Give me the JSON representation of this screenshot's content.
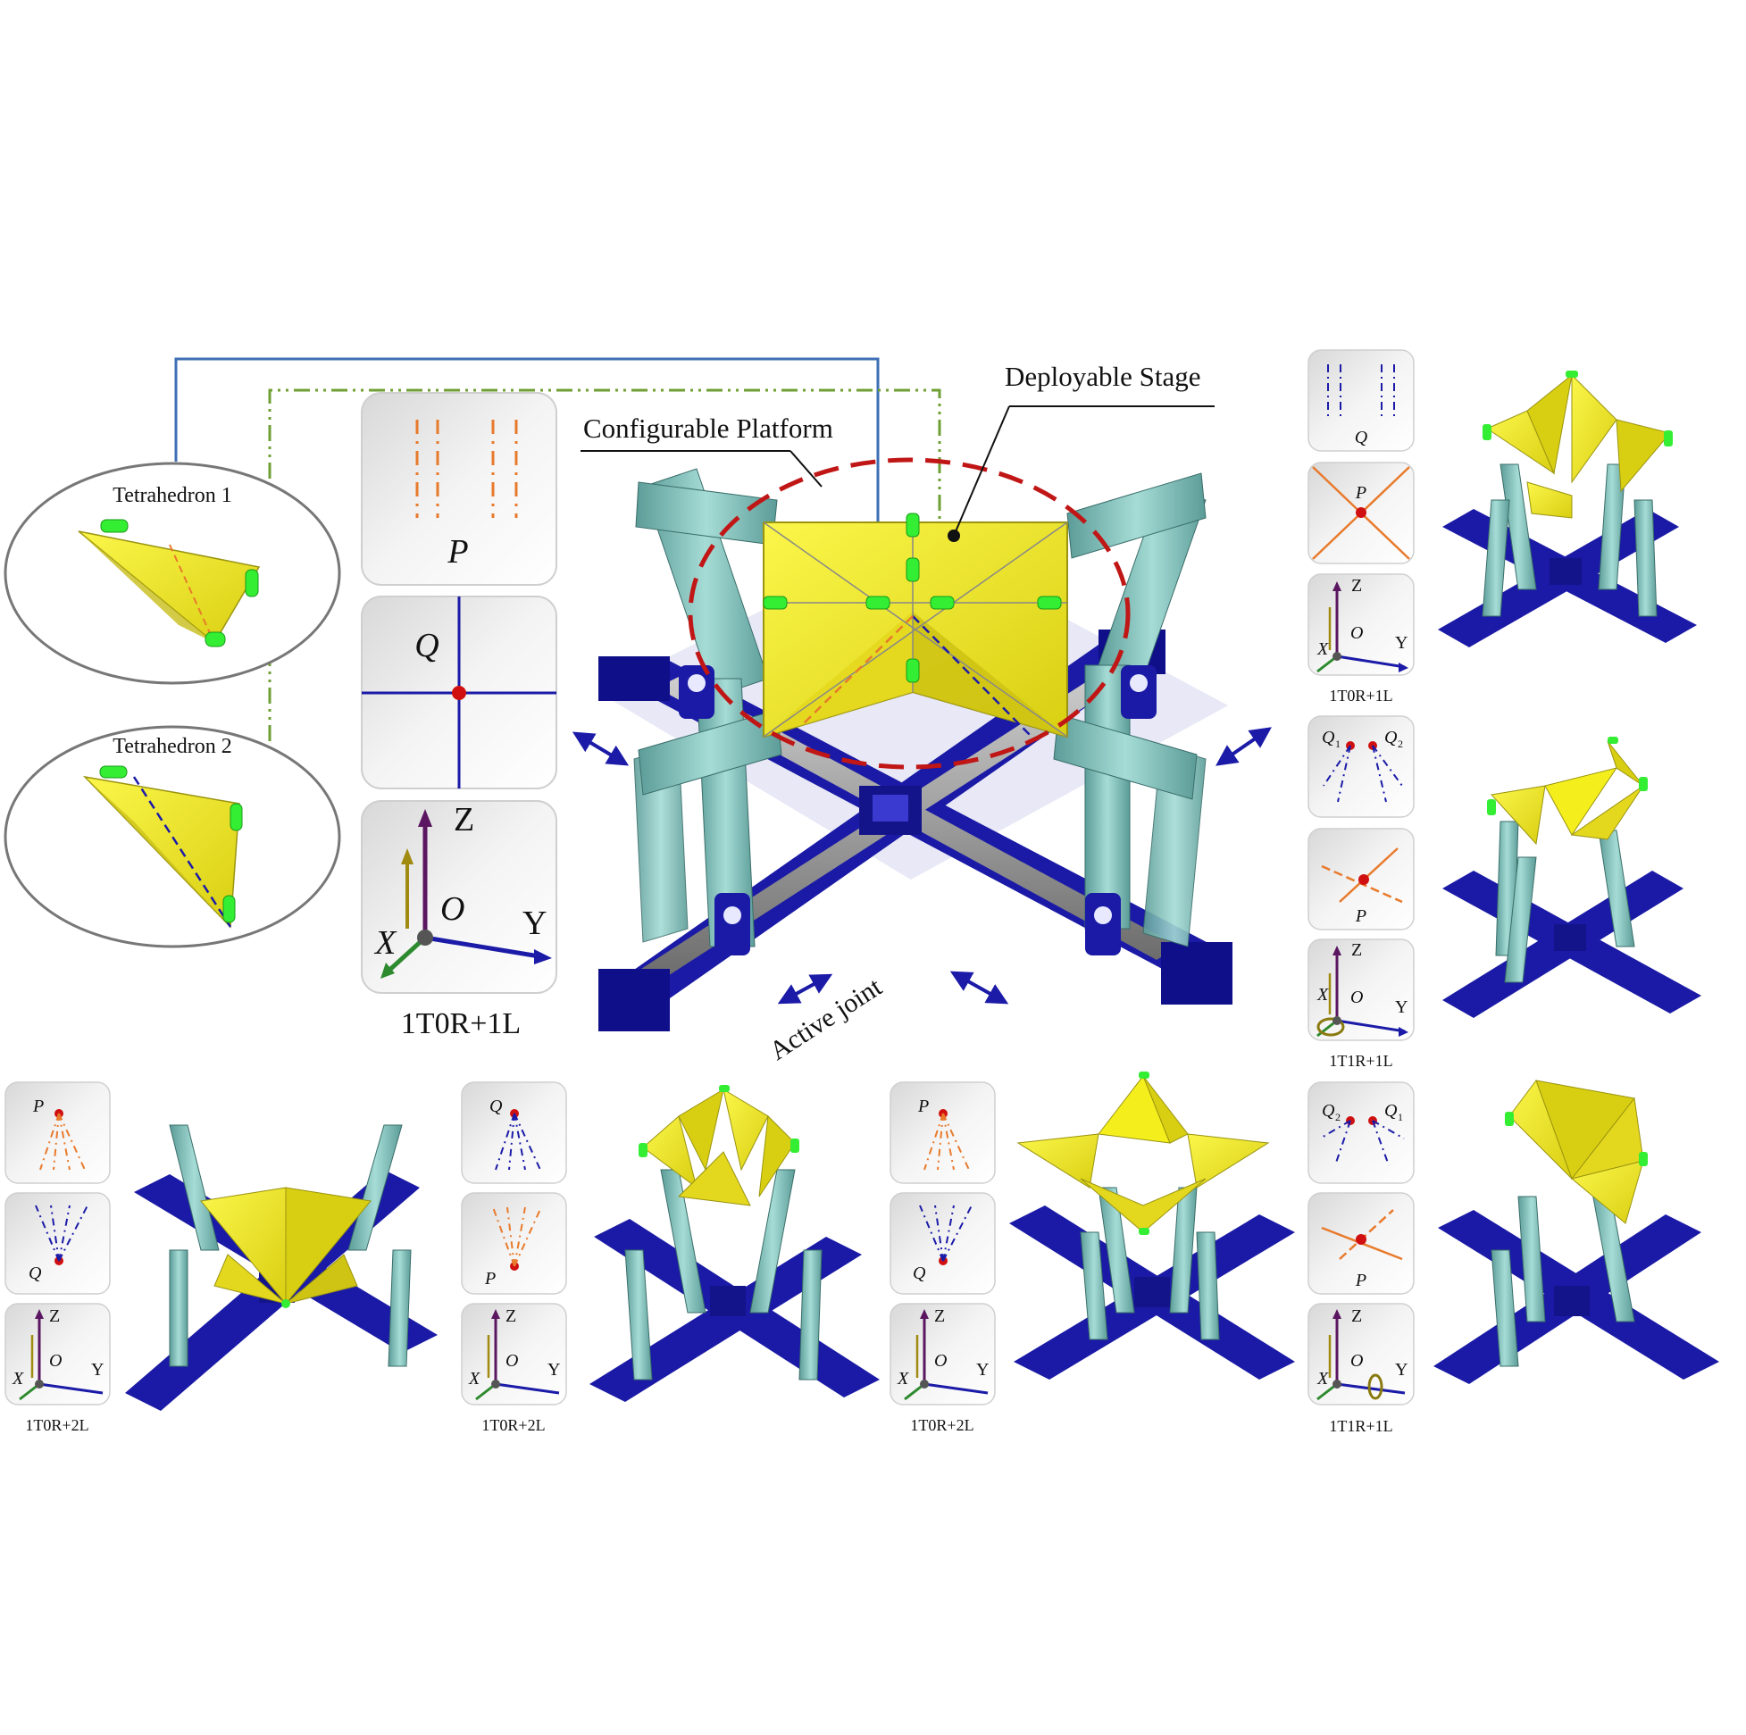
{
  "labels": {
    "tetra1": "Tetrahedron 1",
    "tetra2": "Tetrahedron 2",
    "configurable_platform": "Configurable Platform",
    "deployable_stage": "Deployable Stage",
    "active_joint": "Active joint"
  },
  "axes": {
    "x": "X",
    "y": "Y",
    "z": "Z",
    "o": "O"
  },
  "points": {
    "p": "P",
    "q": "Q",
    "q1": "Q",
    "q2": "Q",
    "sub1": "1",
    "sub2": "2"
  },
  "modes": {
    "main": "1T0R+1L",
    "right_top": "1T0R+1L",
    "right_middle": "1T1R+1L",
    "bottom_1": "1T0R+2L",
    "bottom_2": "1T0R+2L",
    "bottom_3": "1T0R+2L",
    "bottom_4": "1T1R+1L"
  },
  "colors": {
    "yellow": "#f4ef1c",
    "teal": "#7ab8b4",
    "navy": "#1a1aa6",
    "green_pin": "#33ee33",
    "dash_red": "#c01616",
    "orange": "#e87a2c",
    "blue_line": "#1b1ba8",
    "leader_blue": "#3e6fb5",
    "leader_green": "#6f9f34",
    "point_red": "#d01010"
  }
}
